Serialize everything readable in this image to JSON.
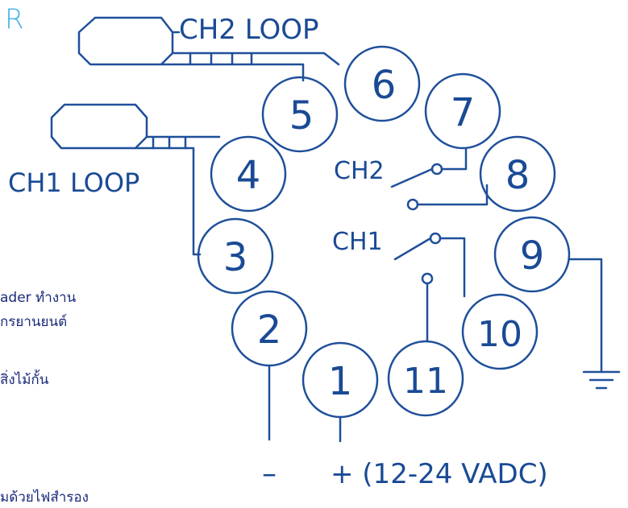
{
  "colors": {
    "wire": "#1f4f9a",
    "text": "#1a4a95",
    "accent": "#3fb0e8",
    "side_text": "#1a2a7a"
  },
  "corner_letter": "R",
  "labels": {
    "ch2_loop": "CH2 LOOP",
    "ch1_loop": "CH1 LOOP",
    "ch2": "CH2",
    "ch1": "CH1",
    "minus": "–",
    "plus_supply": "+ (12-24 VADC)"
  },
  "terminals": [
    "1",
    "2",
    "3",
    "4",
    "5",
    "6",
    "7",
    "8",
    "9",
    "10",
    "11"
  ],
  "side_text": {
    "line1": "ader ทำงาน",
    "line2": "ักรยานยนต์",
    "line3": "สิ่งไม้กั้น",
    "line4": "มด้วยไฟสำรอง"
  }
}
